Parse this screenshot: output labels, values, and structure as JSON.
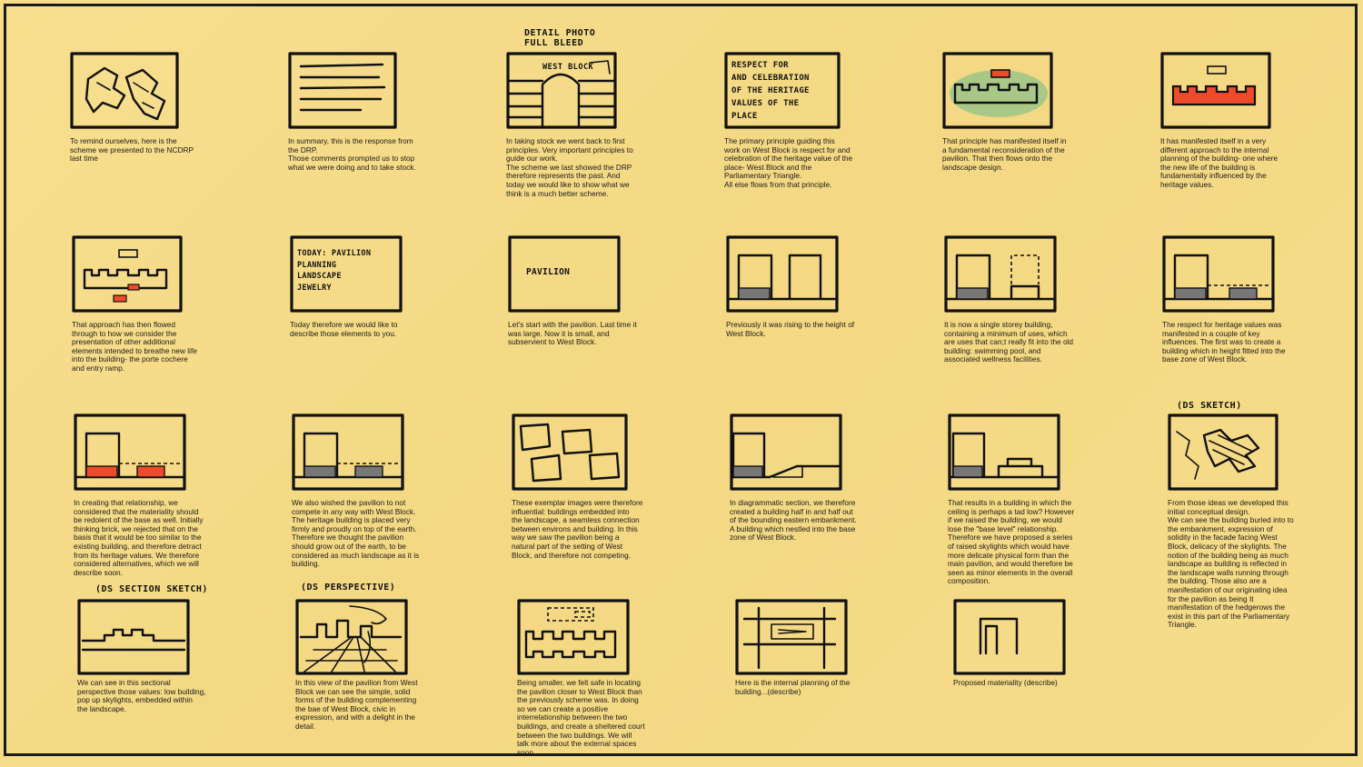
{
  "colors": {
    "paper": "#f6dd8a",
    "ink": "#111111",
    "accent_red": "#ee4b2b",
    "accent_green": "#9bc58a",
    "hatch": "#777777"
  },
  "panels": [
    {
      "caption": "To remind ourselves, here is the\nscheme we presented to the NCDRP\nlast time"
    },
    {
      "caption": "In summary, this is the response from\nthe DRP.\nThose comments prompted us to stop\nwhat we were doing and to take stock."
    },
    {
      "caption": "In taking stock we went back to first\nprinciples. Very important principles to\nguide our work.\nThe scheme we last showed the DRP\ntherefore represents the past. And\ntoday we would like to show what we\nthink is a much better scheme."
    },
    {
      "caption": "The primary principle guiding this\nwork on West Block is respect for and\ncelebration of the heritage value of the\nplace- West Block and the\nParliamentary Triangle.\nAll else flows from that principle."
    },
    {
      "caption": "That principle has manifested itself in\na fundamental reconsideration of the\npavilion. That then flows onto the\nlandscape design."
    },
    {
      "caption": "It has manifested itself in a very\ndifferent approach to the internal\nplanning of the building- one where\nthe new life of the building is\nfundamentally influenced by the\nheritage values."
    },
    {
      "caption": "That approach has then flowed\nthrough to how we consider the\npresentation of other additional\nelements intended to breathe new life\ninto the building- the porte cochere\nand entry ramp."
    },
    {
      "caption": "Today therefore we would like to\ndescribe those elements to you."
    },
    {
      "caption": "Let's start with the pavilion. Last time it\nwas large. Now it is small, and\nsubservient to West Block."
    },
    {
      "caption": "Previously it was rising to the height of\nWest Block."
    },
    {
      "caption": "It is now a single storey building,\ncontaining a minimum of uses, which\nare uses that can;t really fit into the old\nbuilding: swimming pool, and\nassociated wellness facilities."
    },
    {
      "caption": "The respect for heritage values was\nmanifested in a couple of key\ninfluences. The first was to create a\nbuilding which in height fitted into the\nbase zone of West Block."
    },
    {
      "caption": "In creating that relationship, we\nconsidered that the materiality should\nbe redolent of the base as well. Initially\nthinking brick, we rejected that on the\nbasis that it would be too similar to the\nexisting building, and therefore detract\nfrom its heritage values. We therefore\nconsidered alternatives, which we will\ndescribe soon."
    },
    {
      "caption": "We also wished the pavilion to not\ncompete in any way with West Block.\nThe heritage building is placed very\nfirmly and proudly on top of the earth.\nTherefore we thought the pavilion\nshould grow out of the earth, to be\nconsidered as much landscape as it is\nbuilding."
    },
    {
      "caption": "These exemplar images were therefore\ninfluential: buildings embedded into\nthe landscape, a seamless connection\nbetween environs and building. In this\nway we saw the pavilion being a\nnatural part of the setting of West\nBlock, and therefore not competing."
    },
    {
      "caption": "In diagrammatic section, we therefore\ncreated a building half in and half out\nof the bounding eastern embankment.\nA building which nestled into the base\nzone of West Block."
    },
    {
      "caption": "That results in a building in which the\nceiling is perhaps a tad low? However\nif we raised the building, we would\nlose the \"base level\" relationship.\nTherefore we have proposed a series\nof raised skylights which would have\nmore delicate physical form than the\nmain pavilion, and would therefore be\nseen as minor elements in the overall\ncomposition."
    },
    {
      "caption": "From those ideas we developed this\ninitial conceptual design.\nWe can see the building buried into to\nthe embankment, expression of\nsolidity in the facade facing West\nBlock, delicacy of the skylights. The\nnotion of the building being as much\nlandscape as building is reflected in\nthe landscape walls running through\nthe building. Those also are a\nmanifestation of our originating idea\nfor the pavilion as being It\nmanifestation of the hedgerows the\nexist in this part of the Parliamentary\nTriangle."
    },
    {
      "caption": "We can see in this sectional\nperspective those values: low building,\npop up skylights, embedded within\nthe landscape."
    },
    {
      "caption": "In this view of the pavilion from West\nBlock we can see the simple, solid\nforms of the building complementing\nthe bae of West Block, civic in\nexpression, and with a delight in the\ndetail."
    },
    {
      "caption": "Being smaller, we felt safe in locating\nthe pavilion closer to West Block than\nthe previously scheme was. In doing\nso we can create a positive\ninterrelationship between the two\nbuildings, and create a sheltered court\nbetween the two buildings. We will\ntalk more about the external spaces\nsoon."
    },
    {
      "caption": "Here is the internal planning of the\nbuilding...(describe)"
    },
    {
      "caption": "Proposed materiality (describe)"
    }
  ],
  "notes": {
    "detail_photo": "DETAIL PHOTO\nFULL BLEED",
    "west_block": "WEST BLOCK",
    "respect": "RESPECT FOR\nAND CELEBRATION\nOF THE HERITAGE\nVALUES OF THE\nPLACE",
    "today": "TODAY:  PAVILION\n        PLANNING\n        LANDSCAPE\n        JEWELRY",
    "pavilion": "PAVILION",
    "ds_sketch": "(DS SKETCH)",
    "ds_section": "(DS SECTION SKETCH)",
    "ds_perspective": "(DS PERSPECTIVE)"
  }
}
